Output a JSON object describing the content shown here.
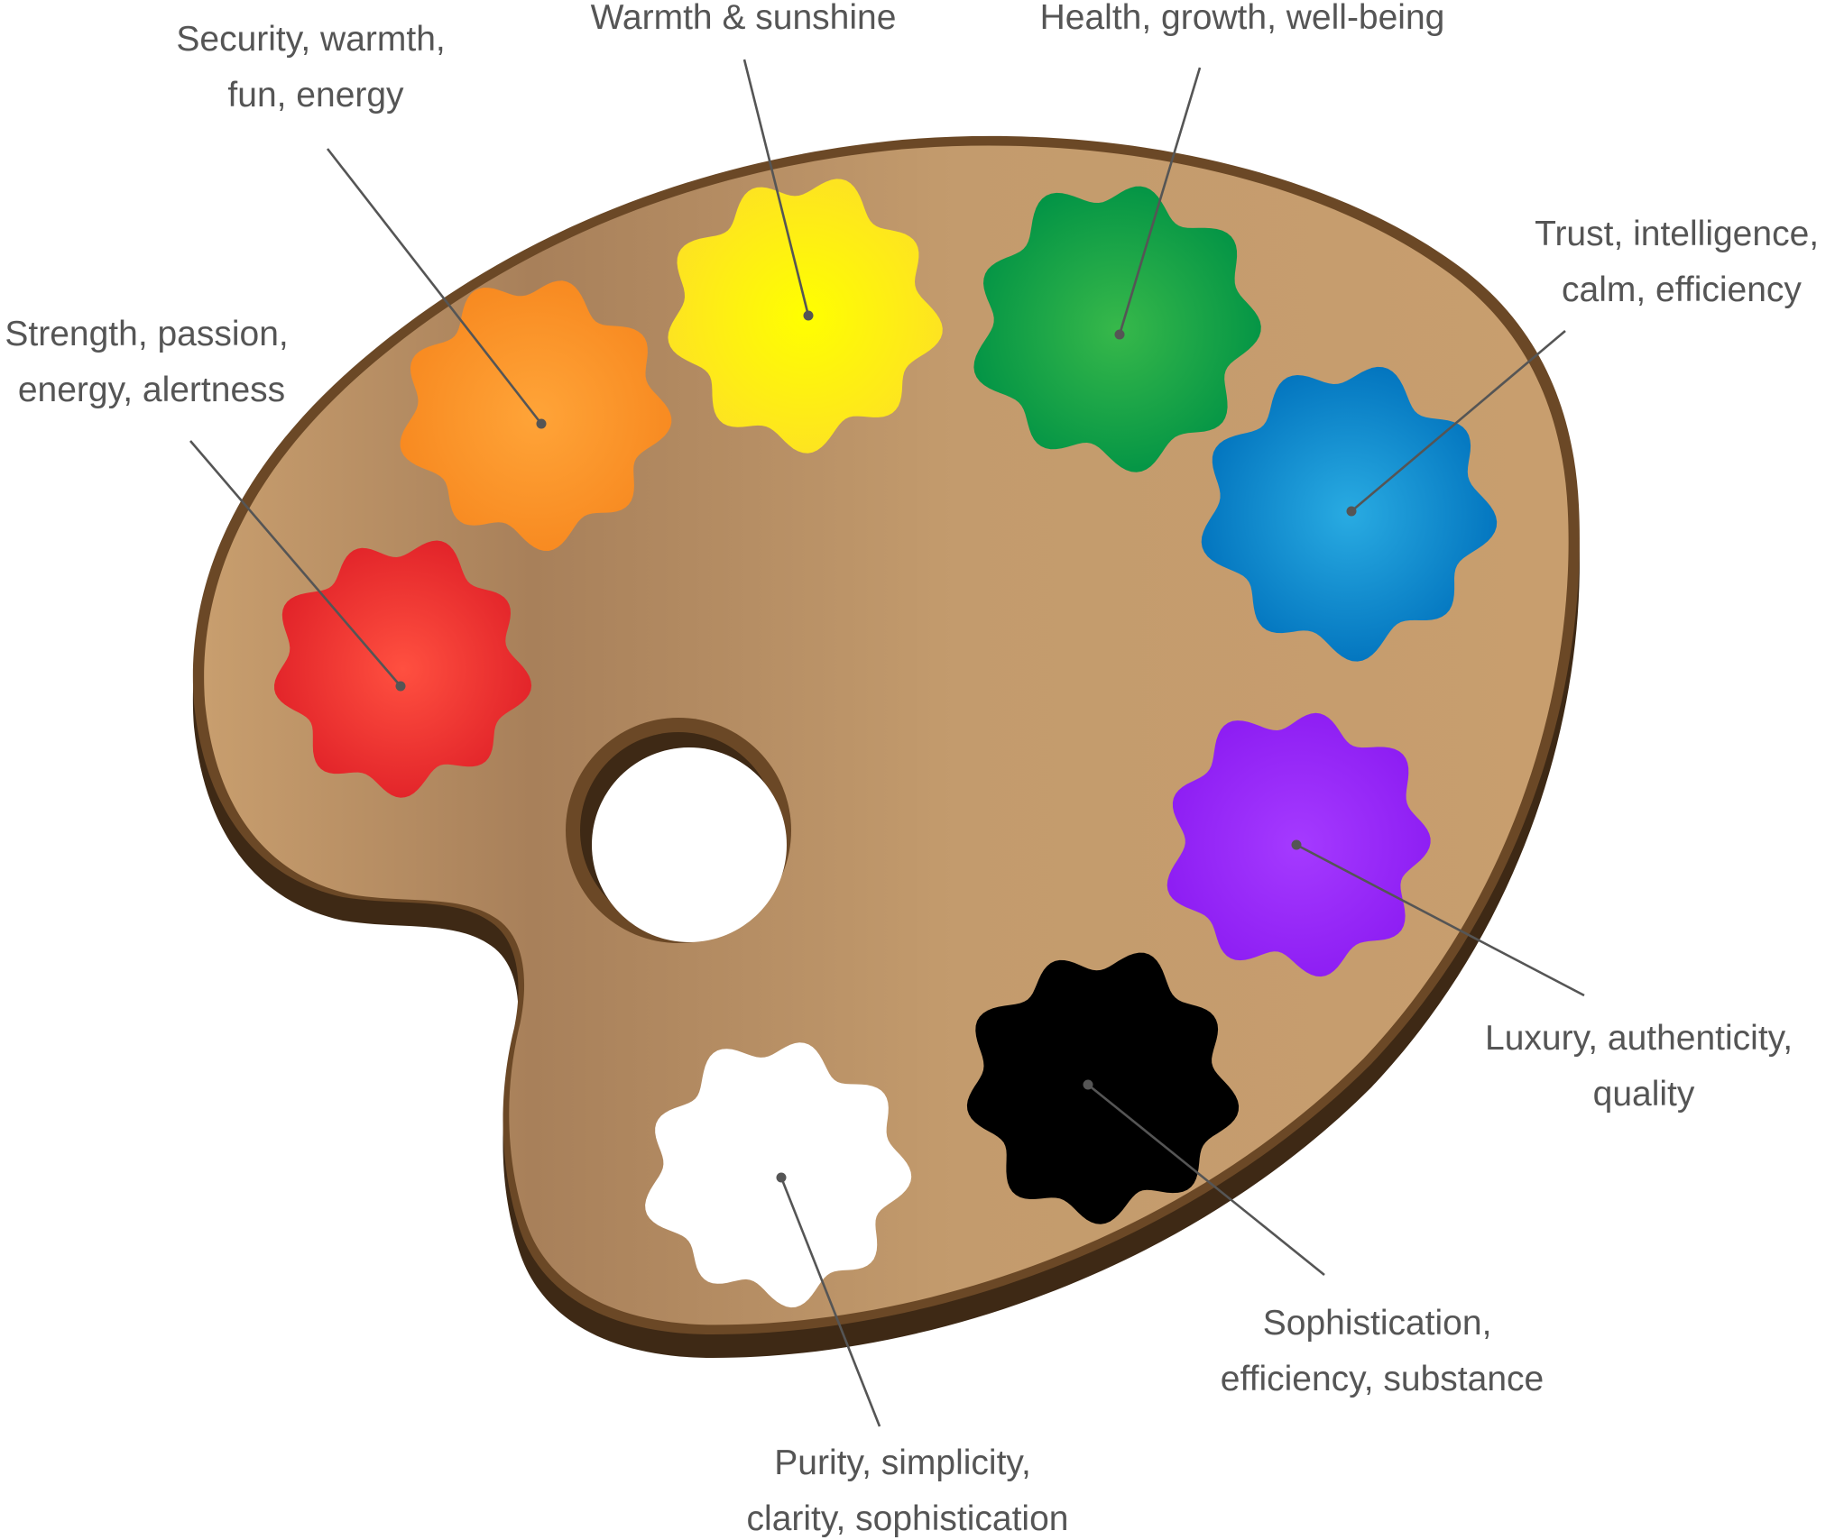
{
  "palette": {
    "colors": {
      "wood_light": "#c89e6e",
      "wood_mid": "#a8805a",
      "rim": "#6b4826",
      "edge": "#3e2915",
      "label": "#555555"
    },
    "swatches": [
      {
        "id": "red",
        "name": "red",
        "base": "#e02128",
        "highlight": "#ff5040",
        "lines": [
          "Strength, passion,",
          "energy, alertness"
        ]
      },
      {
        "id": "orange",
        "name": "orange",
        "base": "#f7881f",
        "highlight": "#ffa438",
        "lines": [
          "Security, warmth,",
          "fun, energy"
        ]
      },
      {
        "id": "yellow",
        "name": "yellow",
        "base": "#fde124",
        "highlight": "#ffff00",
        "lines": [
          "Warmth & sunshine"
        ]
      },
      {
        "id": "green",
        "name": "green",
        "base": "#009245",
        "highlight": "#37b84a",
        "lines": [
          "Health, growth, well-being"
        ]
      },
      {
        "id": "blue",
        "name": "blue",
        "base": "#0071bc",
        "highlight": "#29abe2",
        "lines": [
          "Trust, intelligence,",
          "calm, efficiency"
        ]
      },
      {
        "id": "purple",
        "name": "purple",
        "base": "#8c1cf2",
        "highlight": "#a53aff",
        "lines": [
          "Luxury, authenticity,",
          "quality"
        ]
      },
      {
        "id": "black",
        "name": "black",
        "base": "#000000",
        "highlight": "#000000",
        "lines": [
          "Sophistication,",
          "efficiency, substance"
        ]
      },
      {
        "id": "white",
        "name": "white",
        "base": "#ffffff",
        "highlight": "#ffffff",
        "lines": [
          "Purity, simplicity,",
          "clarity, sophistication"
        ]
      }
    ]
  }
}
